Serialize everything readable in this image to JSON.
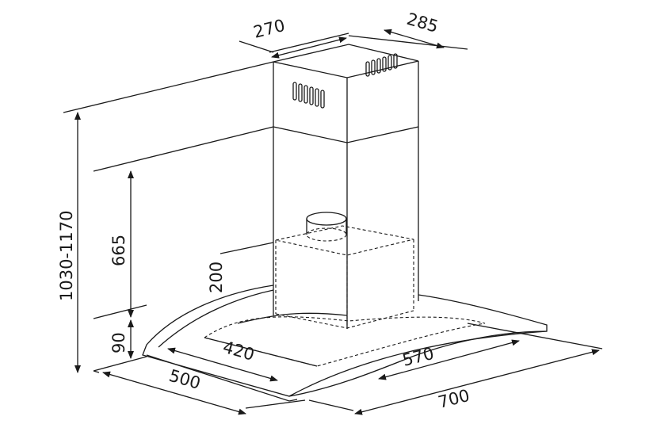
{
  "diagram": {
    "dimensions": {
      "chimney_depth": "270",
      "chimney_width": "285",
      "total_height": "1030-1170",
      "lower_chimney_height": "665",
      "motor_height": "200",
      "canopy_height": "90",
      "hood_inner_depth": "420",
      "hood_depth": "500",
      "hood_inner_width": "570",
      "hood_width": "700"
    },
    "colors": {
      "line": "#1a1a1a",
      "background": "#ffffff"
    }
  }
}
